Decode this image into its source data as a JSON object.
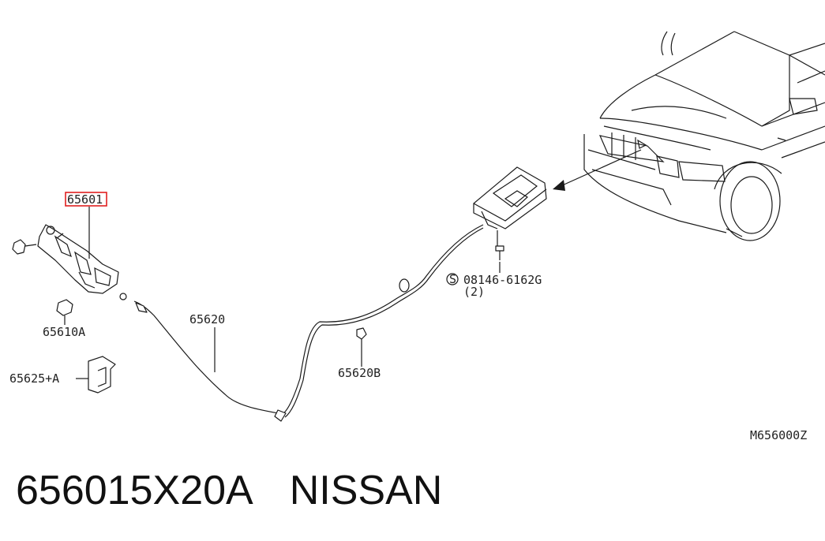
{
  "labels": {
    "part_65601": "65601",
    "part_65610A": "65610A",
    "part_65625A": "65625+A",
    "part_65620": "65620",
    "part_65620B": "65620B",
    "bolt_number": "08146-6162G",
    "bolt_qty": "(2)",
    "diagram_code": "M656000Z"
  },
  "caption": {
    "part_number": "656015X20A",
    "brand": "NISSAN"
  },
  "colors": {
    "highlight": "#e02020",
    "line": "#1a1a1a"
  }
}
